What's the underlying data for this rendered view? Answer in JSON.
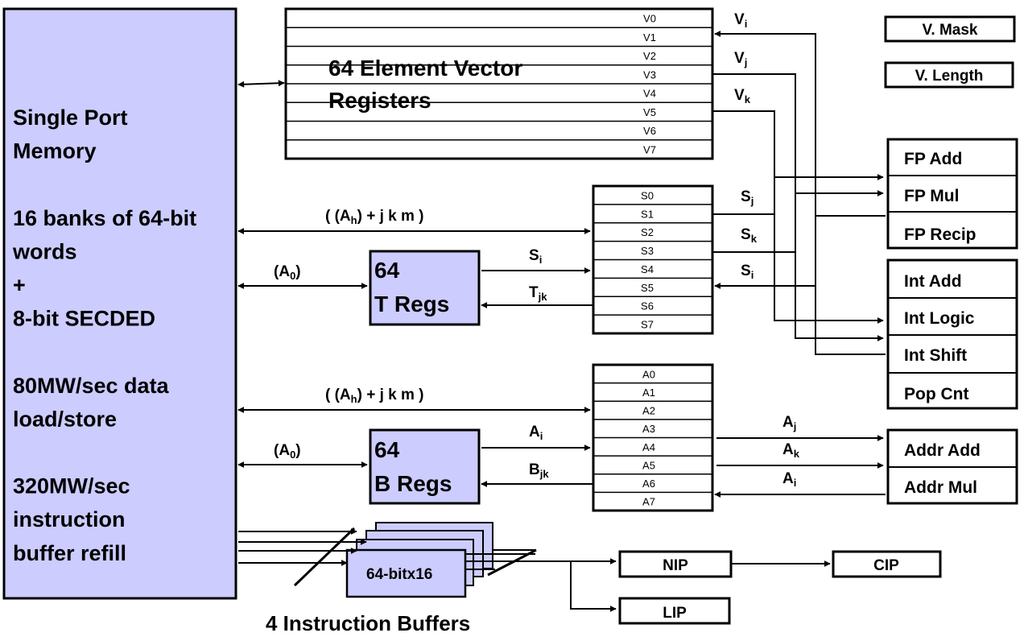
{
  "memory": {
    "lines": [
      "Single Port",
      "Memory",
      "",
      "16 banks of 64-bit",
      "words",
      "+",
      "8-bit SECDED",
      "",
      "80MW/sec data",
      "load/store",
      "",
      "320MW/sec",
      "instruction",
      "buffer refill"
    ]
  },
  "vector_registers": {
    "title_line1": "64 Element Vector",
    "title_line2": "Registers",
    "names": [
      "V0",
      "V1",
      "V2",
      "V3",
      "V4",
      "V5",
      "V6",
      "V7"
    ],
    "port_labels": [
      {
        "main": "V",
        "sub": "i"
      },
      {
        "main": "V",
        "sub": "j"
      },
      {
        "main": "V",
        "sub": "k"
      }
    ]
  },
  "scalar_registers": {
    "names": [
      "S0",
      "S1",
      "S2",
      "S3",
      "S4",
      "S5",
      "S6",
      "S7"
    ],
    "port_labels": [
      {
        "main": "S",
        "sub": "j"
      },
      {
        "main": "S",
        "sub": "k"
      },
      {
        "main": "S",
        "sub": "i"
      }
    ]
  },
  "address_registers": {
    "names": [
      "A0",
      "A1",
      "A2",
      "A3",
      "A4",
      "A5",
      "A6",
      "A7"
    ],
    "port_labels": [
      {
        "main": "A",
        "sub": "j"
      },
      {
        "main": "A",
        "sub": "k"
      },
      {
        "main": "A",
        "sub": "i"
      }
    ]
  },
  "mask_boxes": [
    "V. Mask",
    "V. Length"
  ],
  "fp_units": [
    "FP Add",
    "FP Mul",
    "FP Recip"
  ],
  "int_units": [
    "Int Add",
    "Int Logic",
    "Int Shift",
    "Pop Cnt"
  ],
  "addr_units": [
    "Addr Add",
    "Addr Mul"
  ],
  "t_regs": {
    "line1": "64",
    "line2": "T Regs",
    "in": {
      "main": "S",
      "sub": "i"
    },
    "out": {
      "main": "T",
      "sub": "jk"
    }
  },
  "b_regs": {
    "line1": "64",
    "line2": "B Regs",
    "in": {
      "main": "A",
      "sub": "i"
    },
    "out": {
      "main": "B",
      "sub": "jk"
    }
  },
  "bus_labels": {
    "ah_pre": "( (A",
    "ah_sub": "h",
    "ah_post": ") + j k m )",
    "a0_pre": "(A",
    "a0_sub": "0",
    "a0_post": ")"
  },
  "instruction": {
    "buffer_label": "64-bitx16",
    "caption": "4 Instruction Buffers",
    "nip": "NIP",
    "cip": "CIP",
    "lip": "LIP"
  },
  "colors": {
    "fill": "#ccccff",
    "stroke": "#000000"
  }
}
